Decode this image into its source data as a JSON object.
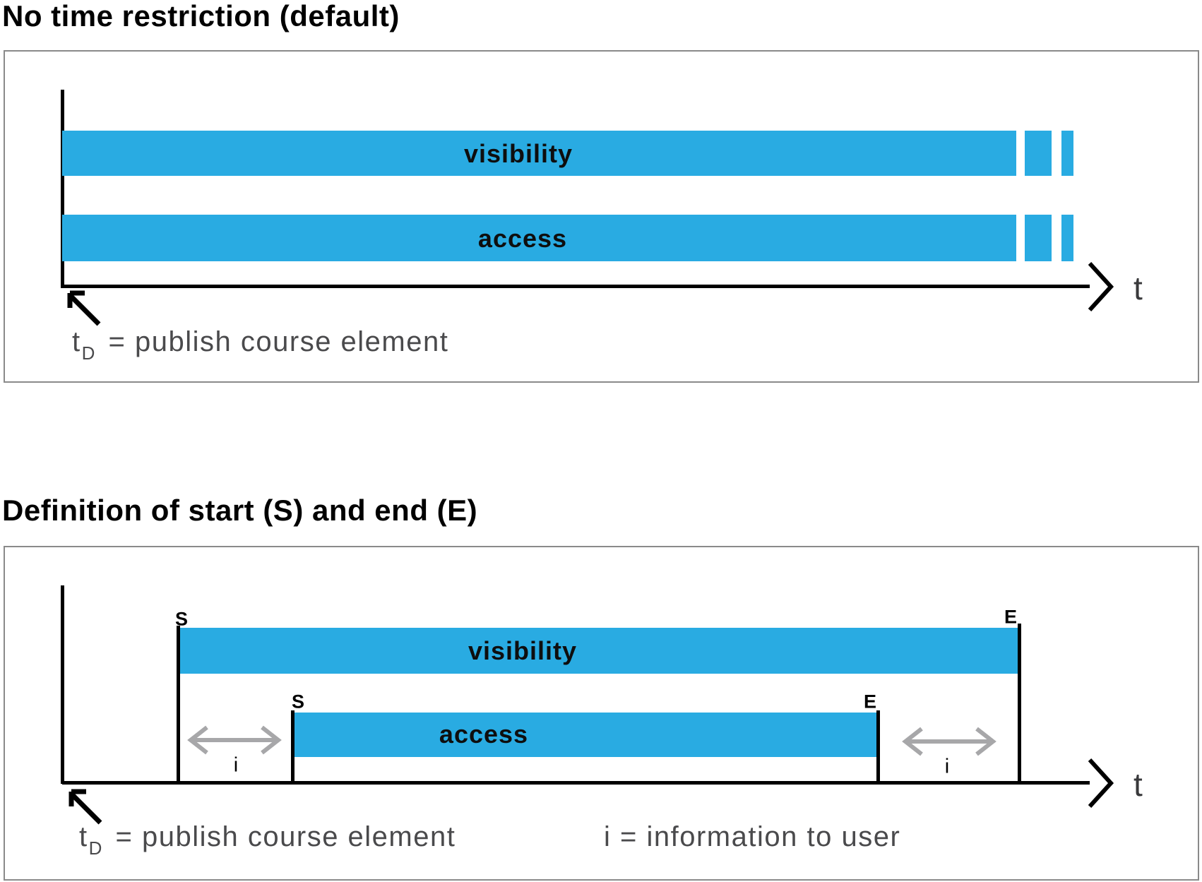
{
  "colors": {
    "bar_blue": "#29abe2",
    "box_border_gray": "#8a8a8a",
    "axis_black": "#000000",
    "interval_arrow_gray": "#a7a7a9",
    "annotation_gray": "#4a4a4c"
  },
  "diagram1": {
    "title": "No time restriction (default)",
    "axis_label": "t",
    "bars": [
      {
        "label": "visibility"
      },
      {
        "label": "access"
      }
    ],
    "annotation": {
      "base": "t",
      "sub": "D",
      "rest": "= publish course element"
    }
  },
  "diagram2": {
    "title": "Definition of start (S) and end (E)",
    "axis_label": "t",
    "bars": [
      {
        "label": "visibility",
        "start_marker": "S",
        "end_marker": "E"
      },
      {
        "label": "access",
        "start_marker": "S",
        "end_marker": "E"
      }
    ],
    "interval_labels": [
      "i",
      "i"
    ],
    "annotations": [
      {
        "base": "t",
        "sub": "D",
        "rest": "= publish course element"
      },
      {
        "base": "i",
        "sub": "",
        "rest": "= information to user"
      }
    ]
  }
}
